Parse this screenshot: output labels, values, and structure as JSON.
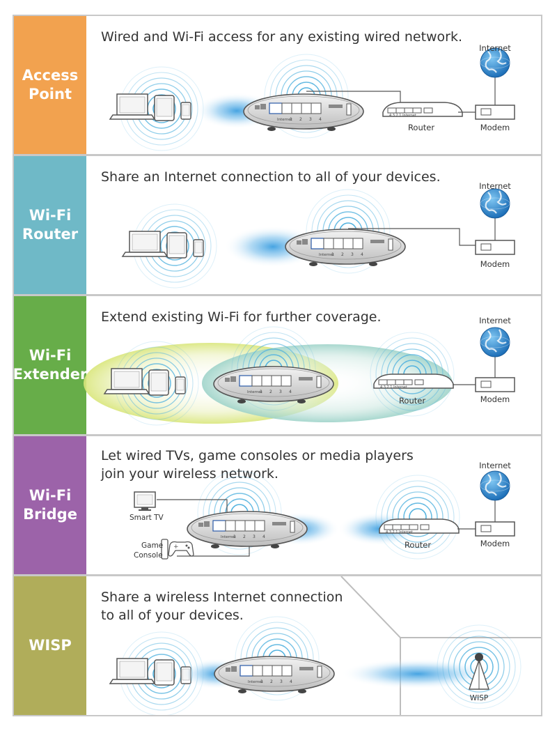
{
  "colors": {
    "access_point": "#f2a24f",
    "wifi_router": "#6fb9c7",
    "wifi_extender": "#67ad49",
    "wifi_bridge": "#9c63a9",
    "wisp": "#b0ad5a",
    "wifi_rings": "#54b3df",
    "beam": "#3d9fe0",
    "globe": "#1d73be"
  },
  "panels": [
    {
      "title": "Access\nPoint",
      "description": "Wired and Wi-Fi access for any existing wired network.",
      "labels": {
        "internet": "Internet",
        "router": "Router",
        "modem": "Modem"
      }
    },
    {
      "title": "Wi-Fi\nRouter",
      "description": "Share an Internet connection to all of your devices.",
      "labels": {
        "internet": "Internet",
        "modem": "Modem"
      }
    },
    {
      "title": "Wi-Fi\nExtender",
      "description": "Extend existing Wi-Fi for further coverage.",
      "labels": {
        "internet": "Internet",
        "router": "Router",
        "modem": "Modem"
      }
    },
    {
      "title": "Wi-Fi\nBridge",
      "description": "Let wired TVs, game consoles or media players\njoin your wireless network.",
      "labels": {
        "internet": "Internet",
        "router": "Router",
        "modem": "Modem",
        "smart_tv": "Smart TV",
        "game_console": "Game\nConsole"
      }
    },
    {
      "title": "WISP",
      "description": "Share a wireless Internet connection\nto all of your devices.",
      "labels": {
        "wisp": "WISP"
      }
    }
  ],
  "port_labels": {
    "internet": "Internet",
    "p1": "1",
    "p2": "2",
    "p3": "3",
    "p4": "4"
  }
}
